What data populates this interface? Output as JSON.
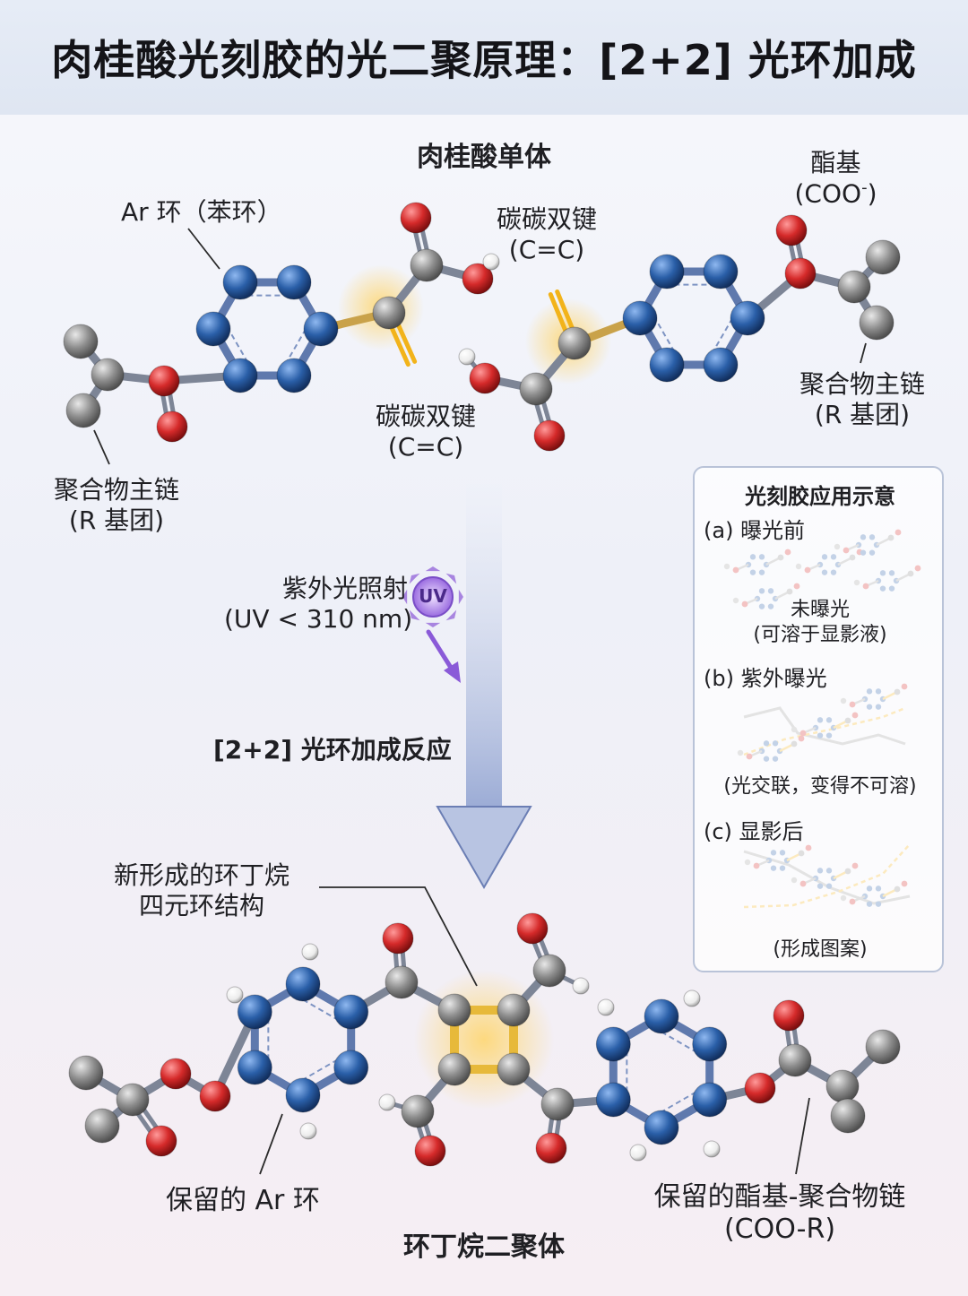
{
  "title": "肉桂酸光刻胶的光二聚原理：[2+2] 光环加成",
  "top": {
    "heading": "肉桂酸单体",
    "ar_ring": "Ar 环（苯环）",
    "double_bond_a": {
      "line1": "碳碳双键",
      "line2": "(C=C)"
    },
    "double_bond_b": {
      "line1": "碳碳双键",
      "line2": "(C=C)"
    },
    "ester": {
      "line1": "酯基",
      "line2": "(COO",
      "superscript": "-",
      "close": ")"
    },
    "chain_left": {
      "line1": "聚合物主链",
      "line2": "(R 基团)"
    },
    "chain_right": {
      "line1": "聚合物主链",
      "line2": "(R 基团)"
    }
  },
  "reaction": {
    "uv_label": "紫外光照射",
    "uv_condition": "(UV < 310 nm)",
    "uv_badge": "UV",
    "name": "[2+2] 光环加成反应"
  },
  "bottom": {
    "cyclobutane": {
      "line1": "新形成的环丁烷",
      "line2": "四元环结构"
    },
    "kept_ar": "保留的 Ar 环",
    "kept_ester": {
      "line1": "保留的酯基-聚合物链",
      "line2": "(COO-R)"
    },
    "heading": "环丁烷二聚体"
  },
  "panel": {
    "title": "光刻胶应用示意",
    "a": {
      "label": "(a) 曝光前",
      "caption1": "未曝光",
      "caption2": "(可溶于显影液)"
    },
    "b": {
      "label": "(b) 紫外曝光",
      "caption": "(光交联，变得不可溶)"
    },
    "c": {
      "label": "(c) 显影后",
      "caption": "(形成图案)"
    }
  },
  "colors": {
    "carbon": "#8c8c8c",
    "oxygen": "#d52a2a",
    "hydrogen": "#ffffff",
    "ring": "#2a5fa8",
    "highlight": "#f5b21c",
    "arrow": "#b7c3e0"
  }
}
